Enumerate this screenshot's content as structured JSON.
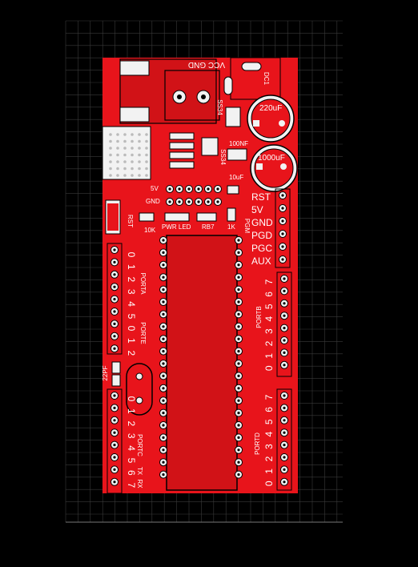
{
  "colors": {
    "board": "#e8141b",
    "board_dark": "#b10d12",
    "silk": "#ffffff",
    "background": "#000000",
    "grid": "#3a3a3a",
    "pad": "#f2f2f2"
  },
  "power": {
    "vcc_gnd": "VCC GND",
    "dc1": "DC1",
    "ss34_top": "SS34",
    "ss34_bottom": "SS34",
    "cap_220": "220uF",
    "cap_1000": "1000uF",
    "cap_100nf": "100NF",
    "cap_10uf": "10uF"
  },
  "header_top": {
    "label_5v": "5V",
    "label_gnd": "GND"
  },
  "misc": {
    "rst_button": "RST",
    "res_10k": "10K",
    "pwr_led": "PWR LED",
    "rb7": "RB7",
    "res_1k": "1K",
    "pgm": "PGM",
    "cap_22pf": "22PF"
  },
  "icsp": {
    "pins": [
      "RST",
      "5V",
      "GND",
      "PGD",
      "PGC",
      "AUX"
    ]
  },
  "porta": {
    "name": "PORTA",
    "pins": [
      "0",
      "1",
      "2",
      "3",
      "4",
      "5"
    ]
  },
  "porte": {
    "name": "PORTE",
    "pins": [
      "0",
      "1",
      "2"
    ]
  },
  "portc": {
    "name": "PORTC",
    "pins": [
      "0",
      "1",
      "2",
      "3",
      "4",
      "5",
      "6",
      "7"
    ],
    "tx": "TX",
    "rx": "RX"
  },
  "portb": {
    "name": "PORTB",
    "pins": [
      "7",
      "6",
      "5",
      "4",
      "3",
      "2",
      "1",
      "0"
    ]
  },
  "portd": {
    "name": "PORTD",
    "pins": [
      "7",
      "6",
      "5",
      "4",
      "3",
      "2",
      "1",
      "0"
    ]
  }
}
